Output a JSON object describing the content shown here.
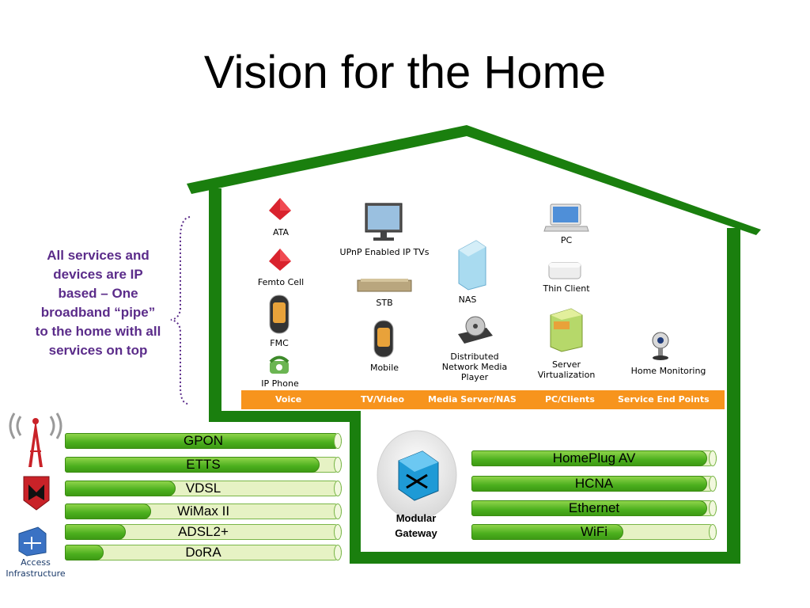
{
  "title": "Vision for the Home",
  "side_note": "All services and devices are IP based – One broadband “pipe” to the home with all services on top",
  "devices": {
    "ata": "ATA",
    "femto": "Femto Cell",
    "fmc": "FMC",
    "ipphone": "IP Phone",
    "upnp": "UPnP Enabled IP TVs",
    "stb": "STB",
    "mobile": "Mobile",
    "nas": "NAS",
    "dnmp": "Distributed Network Media Player",
    "pc": "PC",
    "thin": "Thin Client",
    "server": "Server Virtualization",
    "homemon": "Home Monitoring"
  },
  "service_bar": {
    "color": "#f7941d",
    "items": [
      "Voice",
      "TV/Video",
      "Media Server/NAS",
      "PC/Clients",
      "Service End Points"
    ]
  },
  "access_pipes": [
    {
      "label": "GPON",
      "fill": 1.0
    },
    {
      "label": "ETTS",
      "fill": 0.92
    },
    {
      "label": "VDSL",
      "fill": 0.4
    },
    {
      "label": "WiMax II",
      "fill": 0.31
    },
    {
      "label": "ADSL2+",
      "fill": 0.22
    },
    {
      "label": "DoRA",
      "fill": 0.14
    }
  ],
  "home_pipes": [
    {
      "label": "HomePlug AV",
      "fill": 0.96
    },
    {
      "label": "HCNA",
      "fill": 0.96
    },
    {
      "label": "Ethernet",
      "fill": 0.96
    },
    {
      "label": "WiFi",
      "fill": 0.62
    }
  ],
  "gateway_label": "Modular Gateway",
  "access_label": "Access Infrastructure",
  "colors": {
    "house": "#1a7f0e",
    "pipe_green": "#4caf1e",
    "note_purple": "#5b2c8a"
  }
}
